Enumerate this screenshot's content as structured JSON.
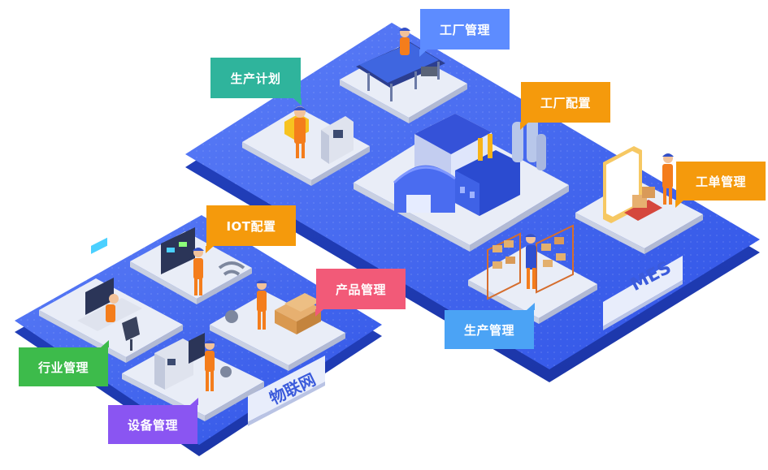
{
  "labels": {
    "factory_mgmt": "工厂管理",
    "prod_plan": "生产计划",
    "factory_config": "工厂配置",
    "work_order": "工单管理",
    "prod_mgmt": "生产管理",
    "iot_config": "IOT配置",
    "product_mgmt": "产品管理",
    "industry_mgmt": "行业管理",
    "device_mgmt": "设备管理"
  },
  "platforms": {
    "mes": "MES",
    "iot": "物联网"
  },
  "colors": {
    "platform_blue": "#3d63f0",
    "tag_blue": "#5d8cff",
    "tag_teal": "#2fb49c",
    "tag_orange": "#f59a0c",
    "tag_pink": "#f25a78",
    "tag_green": "#3dbb4b",
    "tag_purple": "#8a55f2",
    "tag_lightblue": "#4ba3f5"
  }
}
